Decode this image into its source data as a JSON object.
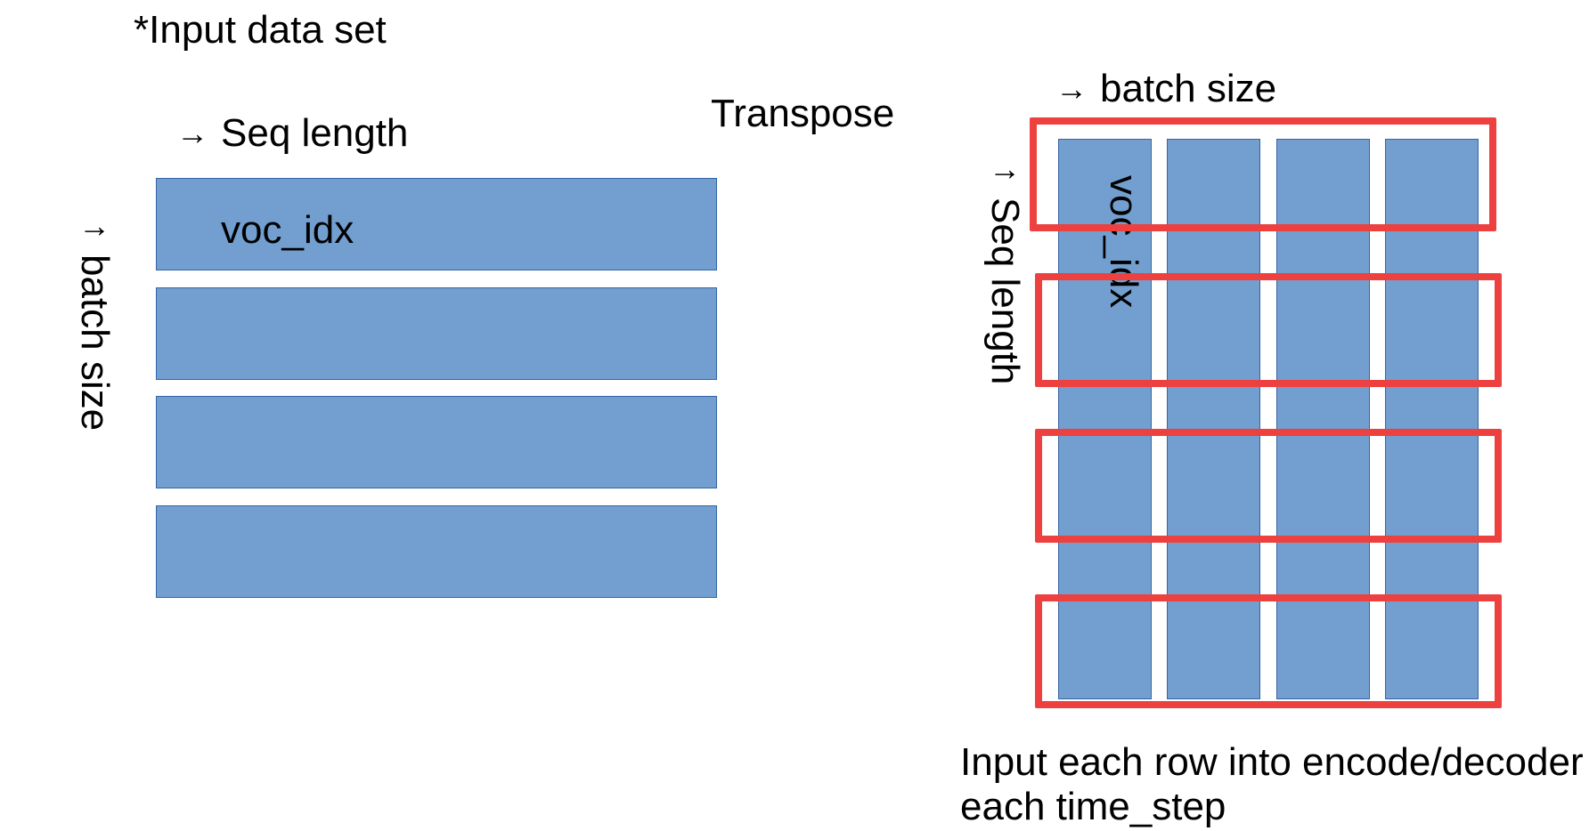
{
  "title": "*Input data set",
  "left": {
    "seq_label": "Seq length",
    "batch_label": "batch size",
    "cell_label": "voc_idx",
    "rows": 4
  },
  "transpose_label": "Transpose",
  "right": {
    "batch_label": "batch size",
    "seq_label": "Seq length",
    "cell_label": "voc_idx",
    "columns": 4,
    "highlighted_rows": 4
  },
  "footer": {
    "line1": "Input each row into encode/decoder",
    "line2": "each time_step"
  },
  "arrow_right": "→",
  "arrow_down": "↓",
  "colors": {
    "cell_fill": "#729fcf",
    "cell_border": "#3465a4",
    "highlight": "#ed4140"
  }
}
